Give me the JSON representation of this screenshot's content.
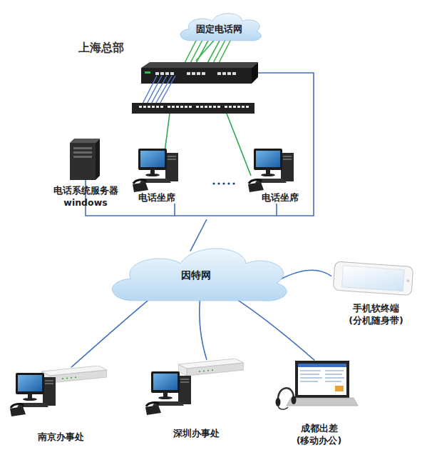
{
  "diagram": {
    "nodes": [
      {
        "text": [
          "固定电话网"
        ]
      },
      {
        "text": [
          "上海总部"
        ]
      },
      {
        "text": [
          "电话系统服务器",
          "windows"
        ],
        "in": 1
      },
      {
        "text": [
          "电话坐席"
        ],
        "in": 1
      },
      {
        "text": [
          "电话坐席"
        ],
        "in": 1
      },
      {
        "text": [
          "因特网"
        ]
      },
      {
        "text": [
          "手机软终端",
          "(分机随身带)"
        ]
      },
      {
        "text": [
          "南京办事处"
        ]
      },
      {
        "text": [
          "深圳办事处"
        ]
      },
      {
        "text": [
          "成都出差",
          "(移动办公)"
        ]
      }
    ],
    "edges": [
      {
        "from": 0,
        "to": 1,
        "arrow": "none"
      },
      {
        "from": 1,
        "to": 5,
        "arrow": "none"
      },
      {
        "from": 5,
        "to": 6,
        "arrow": "none"
      },
      {
        "from": 5,
        "to": 7,
        "arrow": "none"
      },
      {
        "from": 5,
        "to": 8,
        "arrow": "none"
      },
      {
        "from": 5,
        "to": 9,
        "arrow": "none"
      }
    ]
  }
}
